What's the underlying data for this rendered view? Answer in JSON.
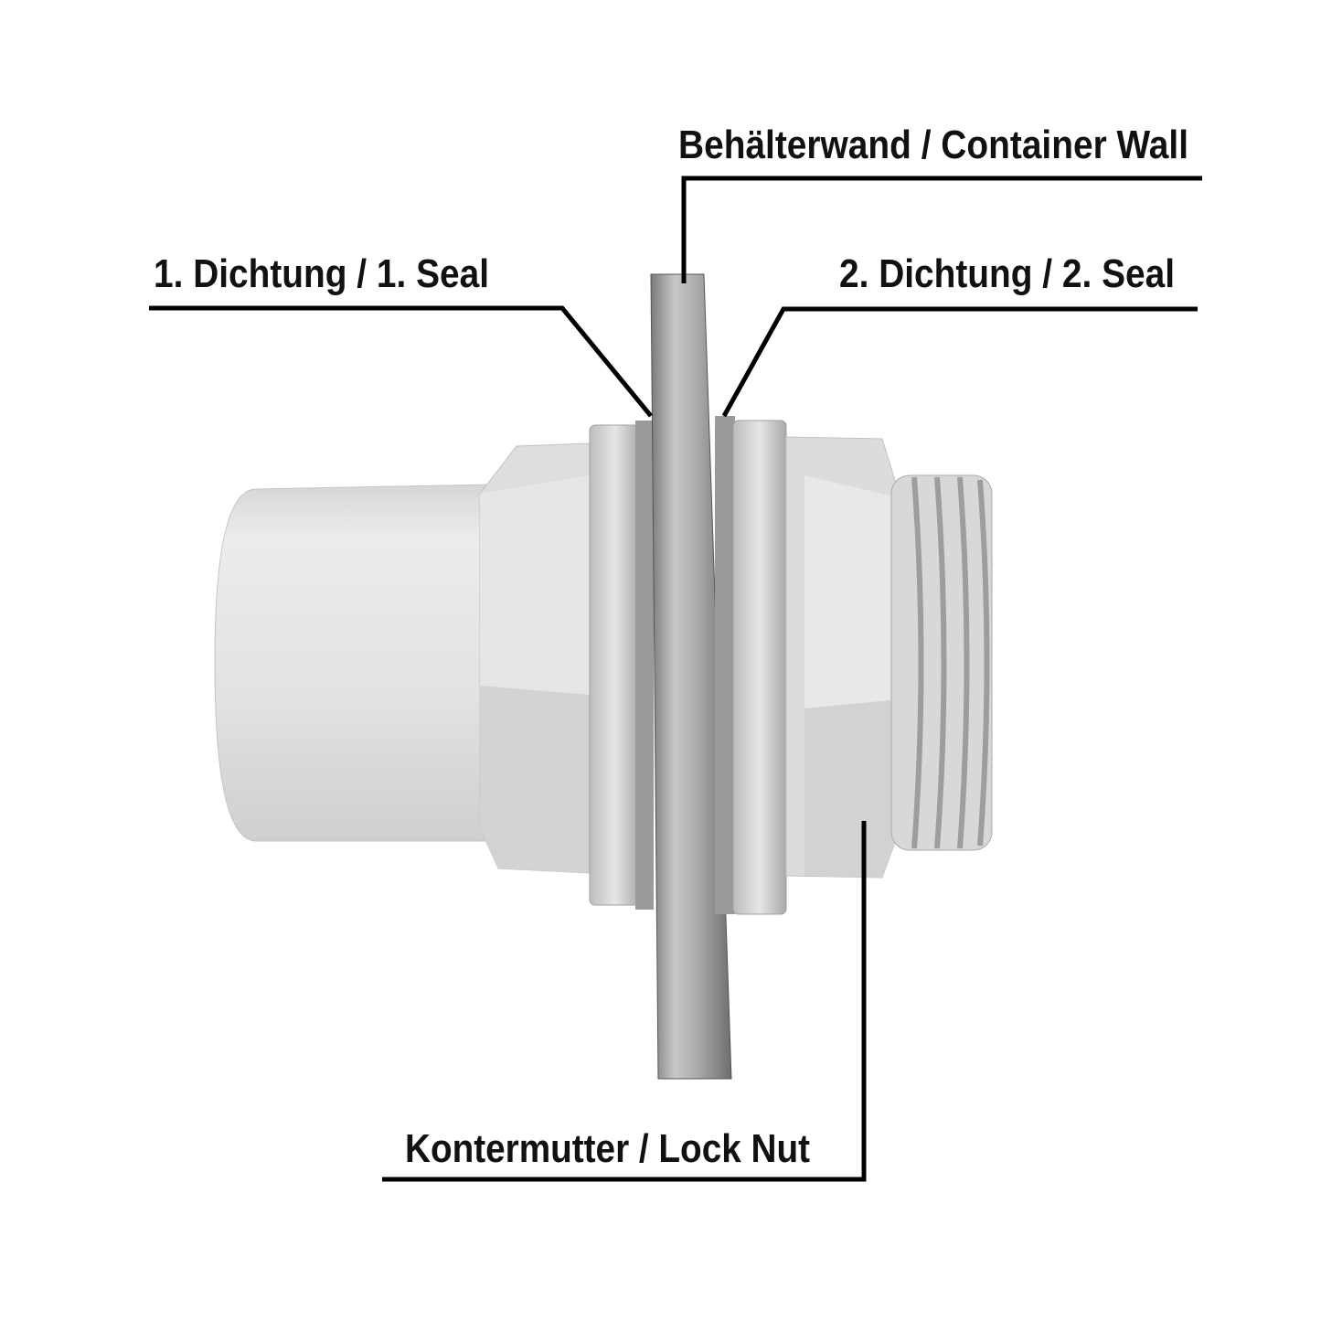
{
  "labels": {
    "container_wall": "Behälterwand / Container Wall",
    "seal_1": "1. Dichtung / 1. Seal",
    "seal_2": "2. Dichtung / 2. Seal",
    "lock_nut": "Kontermutter / Lock Nut"
  },
  "colors": {
    "text": "#111111",
    "leader": "#000000",
    "fitting_light": "#e4e4e4",
    "fitting_mid": "#cfcfcf",
    "fitting_dark": "#b5b5b5"
  }
}
